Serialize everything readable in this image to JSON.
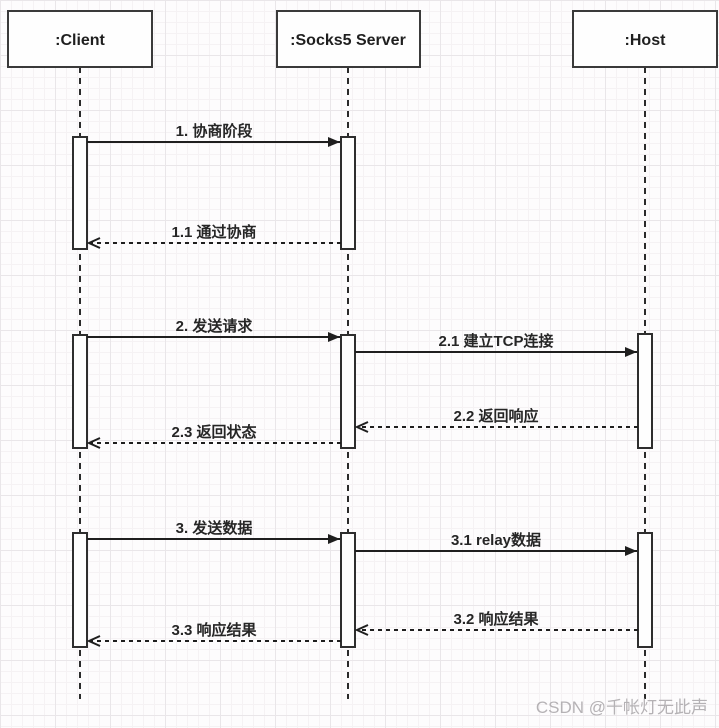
{
  "diagram": {
    "type": "uml-sequence",
    "actors": [
      {
        "label": ":Client"
      },
      {
        "label": ":Socks5 Server"
      },
      {
        "label": ":Host"
      }
    ],
    "messages": [
      {
        "label": "1. 协商阶段",
        "from": ":Client",
        "to": ":Socks5 Server",
        "line": "solid"
      },
      {
        "label": "1.1 通过协商",
        "from": ":Socks5 Server",
        "to": ":Client",
        "line": "dashed"
      },
      {
        "label": "2. 发送请求",
        "from": ":Client",
        "to": ":Socks5 Server",
        "line": "solid"
      },
      {
        "label": "2.1 建立TCP连接",
        "from": ":Socks5 Server",
        "to": ":Host",
        "line": "solid"
      },
      {
        "label": "2.2 返回响应",
        "from": ":Host",
        "to": ":Socks5 Server",
        "line": "dashed"
      },
      {
        "label": "2.3 返回状态",
        "from": ":Socks5 Server",
        "to": ":Client",
        "line": "dashed"
      },
      {
        "label": "3. 发送数据",
        "from": ":Client",
        "to": ":Socks5 Server",
        "line": "solid"
      },
      {
        "label": "3.1 relay数据",
        "from": ":Socks5 Server",
        "to": ":Host",
        "line": "solid"
      },
      {
        "label": "3.2 响应结果",
        "from": ":Host",
        "to": ":Socks5 Server",
        "line": "dashed"
      },
      {
        "label": "3.3 响应结果",
        "from": ":Socks5 Server",
        "to": ":Client",
        "line": "dashed"
      }
    ],
    "watermark": "CSDN @千帐灯无此声",
    "colors": {
      "line": "#1f1f1f",
      "watermark": "#b5b2b5",
      "accent": "none"
    }
  }
}
